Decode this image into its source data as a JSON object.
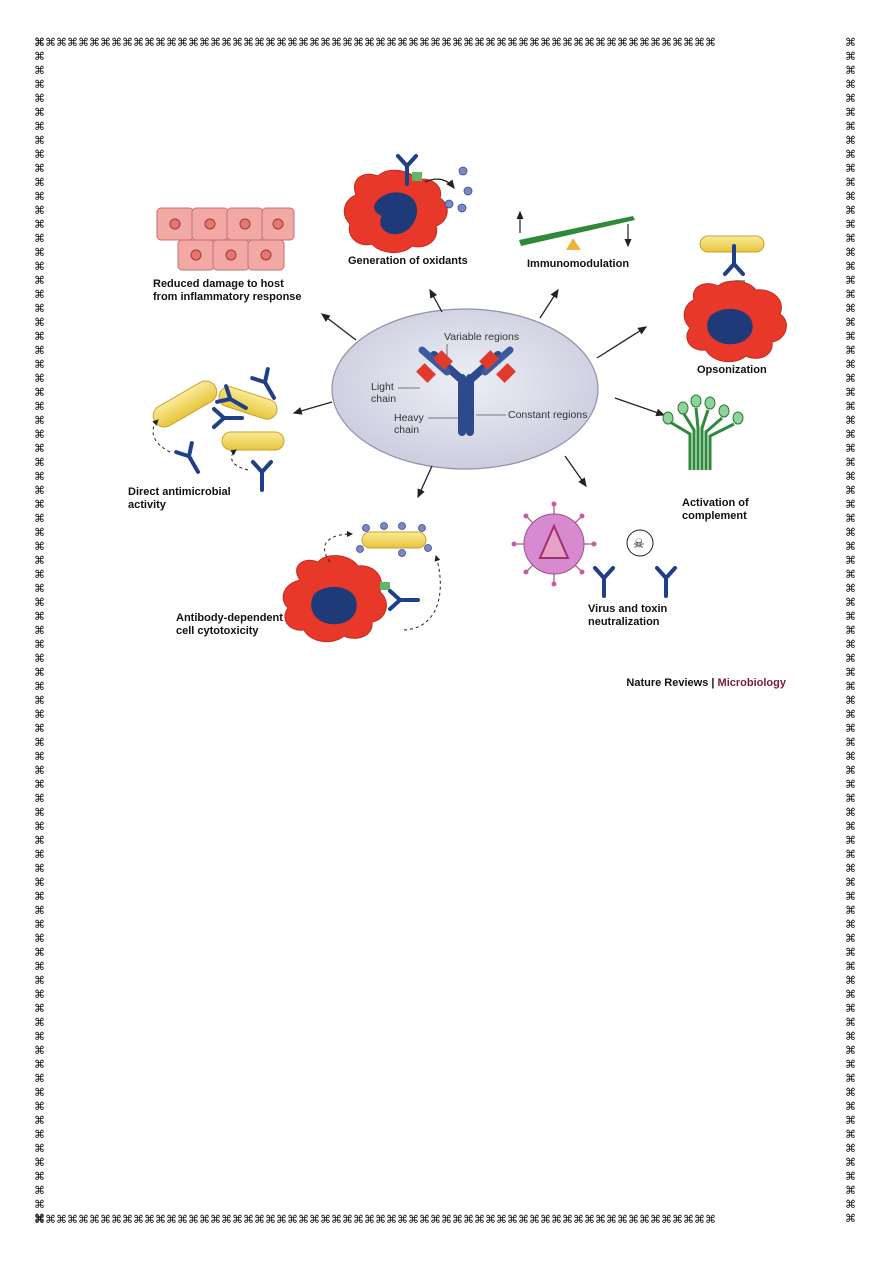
{
  "border": {
    "glyph": "⌘"
  },
  "center": {
    "variable_regions": "Variable regions",
    "light_chain_line1": "Light",
    "light_chain_line2": "chain",
    "heavy_chain_line1": "Heavy",
    "heavy_chain_line2": "chain",
    "constant_regions": "Constant regions"
  },
  "functions": {
    "oxidants": "Generation of oxidants",
    "immunomodulation": "Immunomodulation",
    "reduced_damage_line1": "Reduced damage to host",
    "reduced_damage_line2": "from inflammatory response",
    "opsonization": "Opsonization",
    "direct_antimicrobial_line1": "Direct antimicrobial",
    "direct_antimicrobial_line2": "activity",
    "complement_line1": "Activation of",
    "complement_line2": "complement",
    "adcc_line1": "Antibody-dependent",
    "adcc_line2": "cell cytotoxicity",
    "virus_line1": "Virus and toxin",
    "virus_line2": "neutralization"
  },
  "credit": {
    "journal": "Nature Reviews",
    "separator": " | ",
    "section": "Microbiology"
  },
  "colors": {
    "cell_red": "#e8382a",
    "nucleus": "#1e3a78",
    "antibody": "#1f3f86",
    "bacteria": "#f1d55a",
    "ellipse": "#d4d5e6",
    "credit_accent": "#7a1b3c"
  }
}
